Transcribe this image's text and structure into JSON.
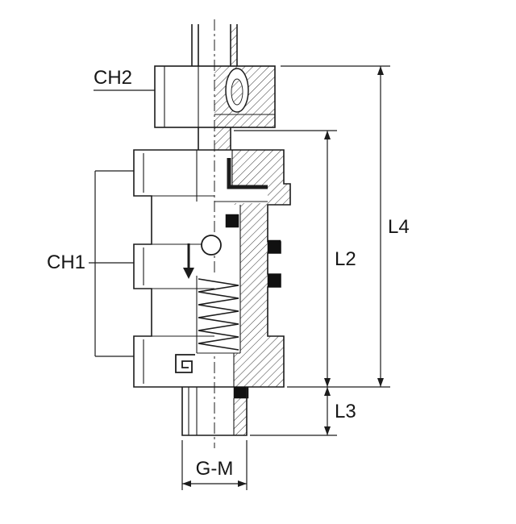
{
  "diagram": {
    "labels": {
      "ch2": "CH2",
      "ch1": "CH1",
      "l4": "L4",
      "l2": "L2",
      "l3": "L3",
      "gm": "G-M"
    },
    "colors": {
      "line": "#1c1c1c",
      "background": "#ffffff",
      "seal_fill": "#111111"
    }
  }
}
